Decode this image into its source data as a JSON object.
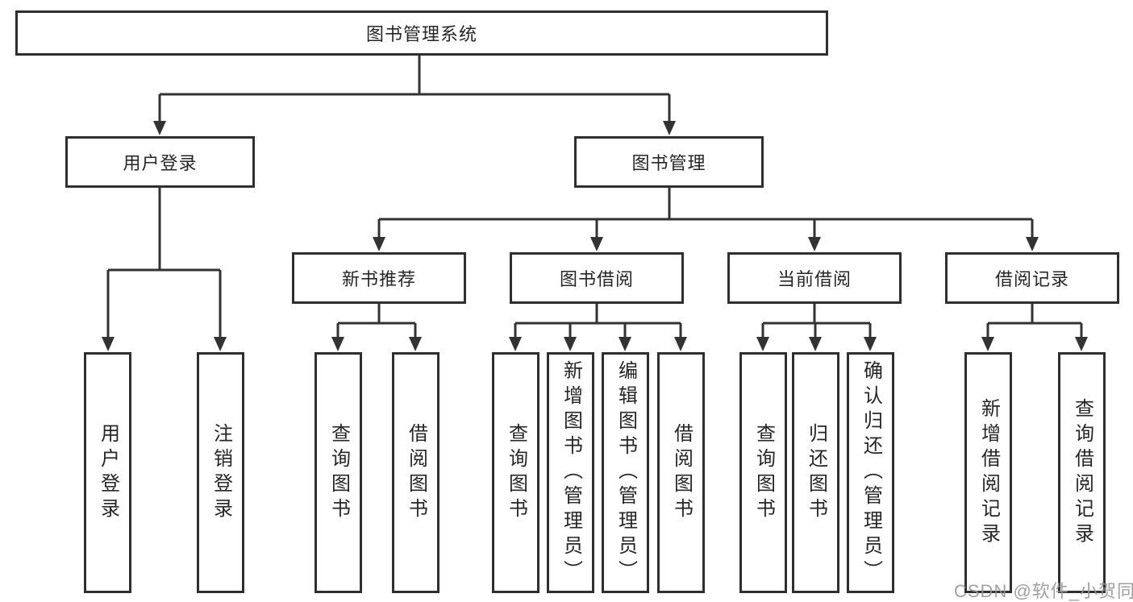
{
  "diagram": {
    "root": {
      "label": "图书管理系统"
    },
    "level2": {
      "user_login": {
        "label": "用户登录"
      },
      "book_mgmt": {
        "label": "图书管理"
      }
    },
    "level3": {
      "new_book_rec": {
        "label": "新书推荐"
      },
      "book_borrow": {
        "label": "图书借阅"
      },
      "current_borrow": {
        "label": "当前借阅"
      },
      "borrow_record": {
        "label": "借阅记录"
      }
    },
    "leaves": {
      "login_user_login": {
        "label": "用户登录"
      },
      "login_logout": {
        "label": "注销登录"
      },
      "rec_query_book": {
        "label": "查询图书"
      },
      "rec_borrow_book": {
        "label": "借阅图书"
      },
      "bb_query_book": {
        "label": "查询图书"
      },
      "bb_add_book": {
        "label": "新增图书（管理员）"
      },
      "bb_edit_book": {
        "label": "编辑图书（管理员）"
      },
      "bb_borrow_book": {
        "label": "借阅图书"
      },
      "cb_query_book": {
        "label": "查询图书"
      },
      "cb_return_book": {
        "label": "归还图书"
      },
      "cb_confirm_return": {
        "label": "确认归还（管理员）"
      },
      "br_add_record": {
        "label": "新增借阅记录"
      },
      "br_query_record": {
        "label": "查询借阅记录"
      }
    },
    "watermark": "CSDN @软件_小贺同学",
    "colors": {
      "line": "#333333",
      "box_border": "#2f2f2f",
      "text": "#262626",
      "watermark": "#969696",
      "background": "#ffffff"
    }
  }
}
